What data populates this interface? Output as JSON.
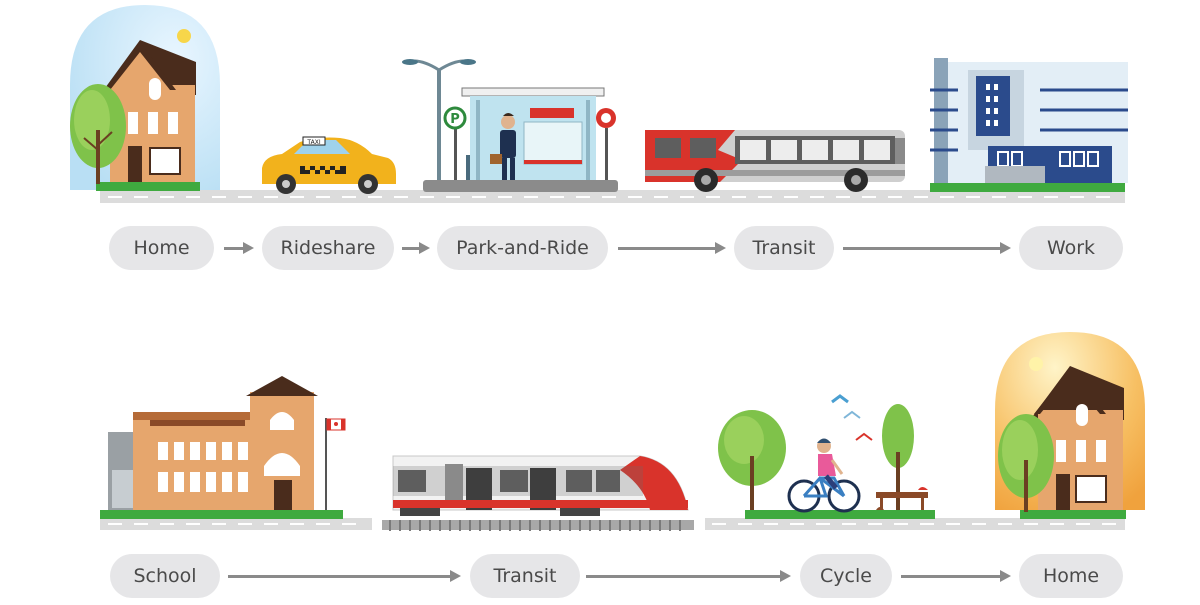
{
  "rows": [
    {
      "stops": [
        "Home",
        "Rideshare",
        "Park-and-Ride",
        "Transit",
        "Work"
      ]
    },
    {
      "stops": [
        "School",
        "Transit",
        "Cycle",
        "Home"
      ]
    }
  ],
  "signs": {
    "taxi": "TAXI",
    "parking": "P"
  },
  "colors": {
    "pill_bg": "#e6e6e8",
    "pill_text": "#4a4a4a",
    "arrow": "#8a8a8a",
    "transit_red": "#d9332b",
    "grass": "#3faa3f",
    "road": "#dcdcdc"
  }
}
